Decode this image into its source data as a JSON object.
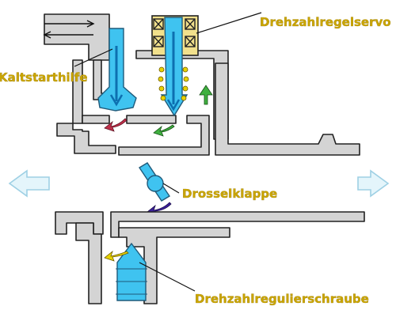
{
  "labels": {
    "speed_servo": "Drehzahlregelservo",
    "cold_start": "Kaltstarthilfe",
    "throttle": "Drosselklappe",
    "idle_screw": "Drehzahlregulierschraube"
  },
  "colors": {
    "body_fill": "#d4d4d4",
    "outline": "#222222",
    "part_blue": "#3fc3f0",
    "coil_yellow": "#f1e08c",
    "label_gold": "#c9a400",
    "flow_red": "#c0304a",
    "flow_green": "#40b040",
    "flow_yellow": "#e8d200",
    "flow_purple": "#3a1f9a",
    "flow_arrow_fill": "#e4f5fb",
    "flow_arrow_stroke": "#9ed0e4"
  }
}
